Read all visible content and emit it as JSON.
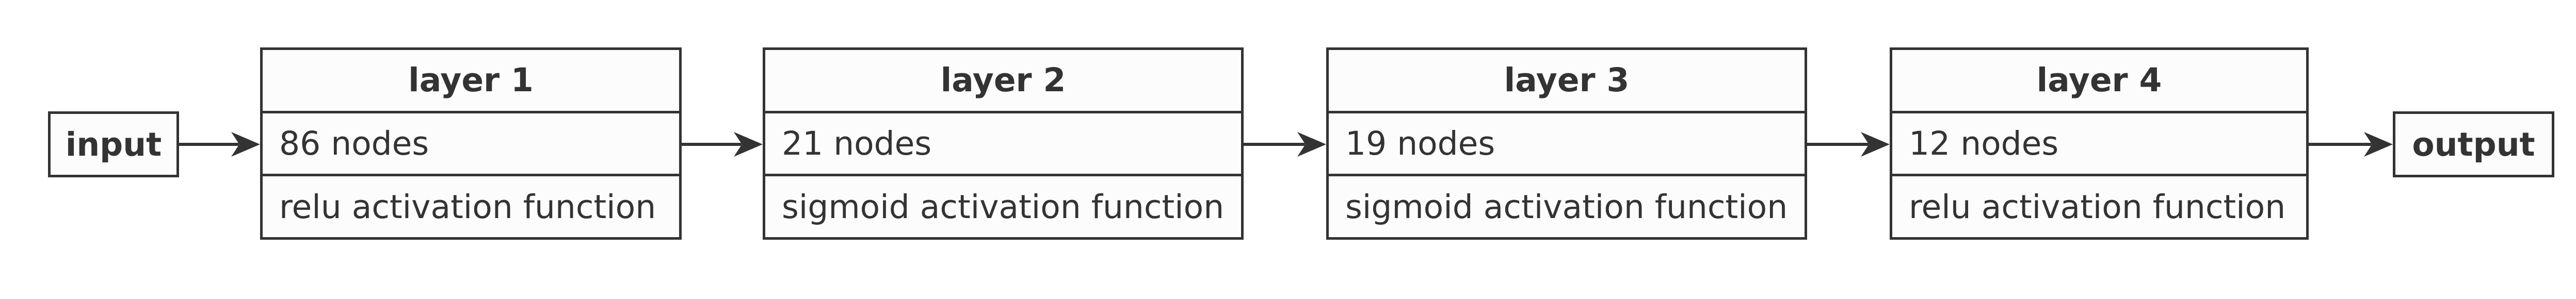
{
  "diagram": {
    "input": {
      "label": "input"
    },
    "output": {
      "label": "output"
    },
    "layers": [
      {
        "title": "layer 1",
        "nodes": "86 nodes",
        "activation": "relu activation function"
      },
      {
        "title": "layer 2",
        "nodes": "21 nodes",
        "activation": "sigmoid activation function"
      },
      {
        "title": "layer 3",
        "nodes": "19 nodes",
        "activation": "sigmoid activation function"
      },
      {
        "title": "layer 4",
        "nodes": "12 nodes",
        "activation": "relu activation function"
      }
    ],
    "arrows": [
      {
        "from": "input",
        "to": "layer 1"
      },
      {
        "from": "layer 1",
        "to": "layer 2"
      },
      {
        "from": "layer 2",
        "to": "layer 3"
      },
      {
        "from": "layer 3",
        "to": "layer 4"
      },
      {
        "from": "layer 4",
        "to": "output"
      }
    ],
    "colors": {
      "background": "#ffffff",
      "node_fill": "#fcfcfc",
      "line": "#333333",
      "text": "#333333"
    }
  }
}
